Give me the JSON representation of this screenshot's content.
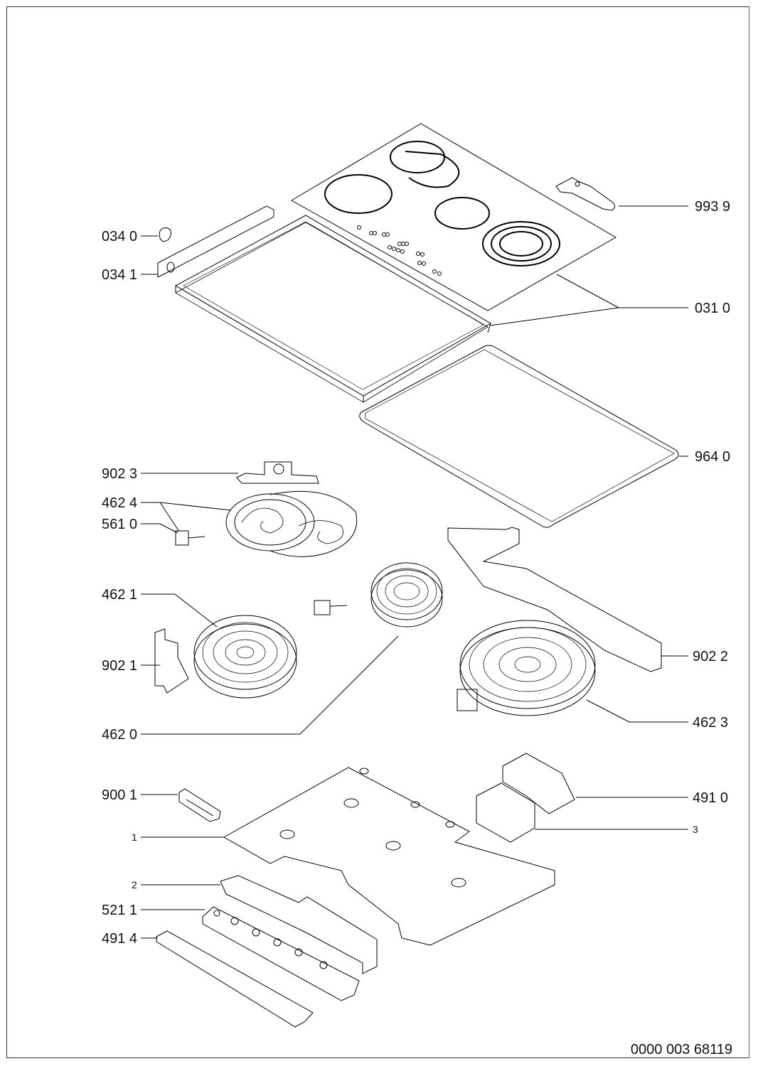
{
  "drawing": {
    "document_number": "0000 003 68119",
    "stroke_color": "#000000",
    "background": "#ffffff"
  },
  "callouts": {
    "c0340": "034 0",
    "c0341": "034 1",
    "c9939": "993 9",
    "c0310": "031 0",
    "c9640": "964 0",
    "c9023": "902 3",
    "c4624": "462 4",
    "c5610": "561 0",
    "c4621": "462 1",
    "c9021": "902 1",
    "c4620": "462 0",
    "c9022": "902 2",
    "c4623": "462 3",
    "c9001": "900 1",
    "c4910": "491 0",
    "c1": "1",
    "c3": "3",
    "c2": "2",
    "c5211": "521 1",
    "c4914": "491 4"
  }
}
